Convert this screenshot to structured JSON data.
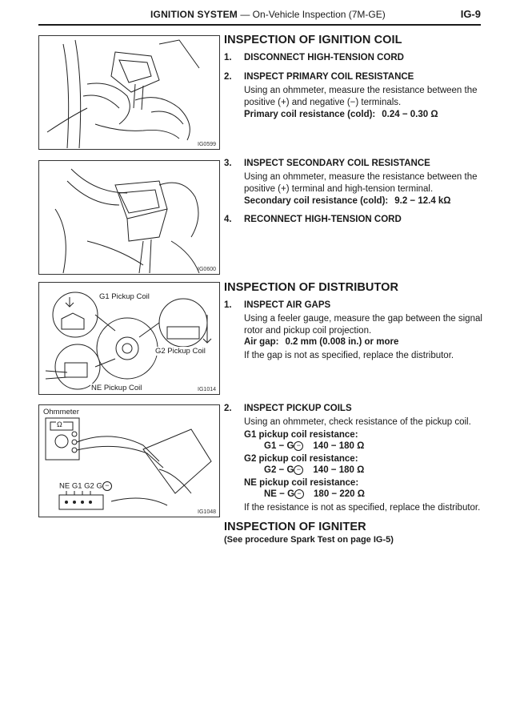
{
  "header": {
    "title_bold": "IGNITION SYSTEM",
    "title_rest": " — On-Vehicle Inspection (7M-GE)",
    "page_number": "IG-9"
  },
  "figures": {
    "fig1": {
      "code": "IG0599"
    },
    "fig2": {
      "code": "IG0600"
    },
    "fig3": {
      "code": "IG1014",
      "g1_label": "G1 Pickup Coil",
      "g2_label": "G2 Pickup Coil",
      "ne_label": "NE Pickup Coil"
    },
    "fig4": {
      "code": "IG1048",
      "ohmmeter_label": "Ohmmeter",
      "ohm_symbol": "Ω",
      "terminals_label": "NE G1 G2 G",
      "minus": "−"
    }
  },
  "coil": {
    "title": "INSPECTION OF IGNITION COIL",
    "step1": {
      "num": "1.",
      "text": "DISCONNECT HIGH-TENSION CORD"
    },
    "step2": {
      "num": "2.",
      "text": "INSPECT PRIMARY COIL RESISTANCE",
      "para": "Using an ohmmeter, measure the resistance between the positive (+) and negative (−) terminals.",
      "spec_label": "Primary coil resistance (cold):",
      "spec_value": "0.24 − 0.30 Ω"
    },
    "step3": {
      "num": "3.",
      "text": "INSPECT SECONDARY COIL RESISTANCE",
      "para": "Using an ohmmeter, measure the resistance between the positive (+) terminal and high-tension terminal.",
      "spec_label": "Secondary coil resistance (cold):",
      "spec_value": "9.2 − 12.4 kΩ"
    },
    "step4": {
      "num": "4.",
      "text": "RECONNECT HIGH-TENSION CORD"
    }
  },
  "distributor": {
    "title": "INSPECTION OF DISTRIBUTOR",
    "step1": {
      "num": "1.",
      "text": "INSPECT AIR GAPS",
      "para": "Using a feeler gauge, measure the gap between the signal rotor and pickup coil projection.",
      "spec_label": "Air gap:",
      "spec_value": "0.2 mm (0.008 in.) or more",
      "note": "If the gap is not as specified, replace the distributor."
    },
    "step2": {
      "num": "2.",
      "text": "INSPECT PICKUP COILS",
      "para": "Using an ohmmeter, check resistance of the pickup coil.",
      "g1_label": "G1 pickup coil resistance:",
      "g1_term": "G1 − G",
      "g1_value": "140 − 180 Ω",
      "g2_label": "G2 pickup coil resistance:",
      "g2_term": "G2 − G",
      "g2_value": "140 − 180 Ω",
      "ne_label": "NE pickup coil resistance:",
      "ne_term": "NE − G",
      "ne_value": "180 − 220 Ω",
      "note": "If the resistance is not as specified, replace the distributor.",
      "minus": "−"
    }
  },
  "igniter": {
    "title": "INSPECTION OF IGNITER",
    "subtitle": "(See procedure Spark Test on page IG-5)"
  }
}
